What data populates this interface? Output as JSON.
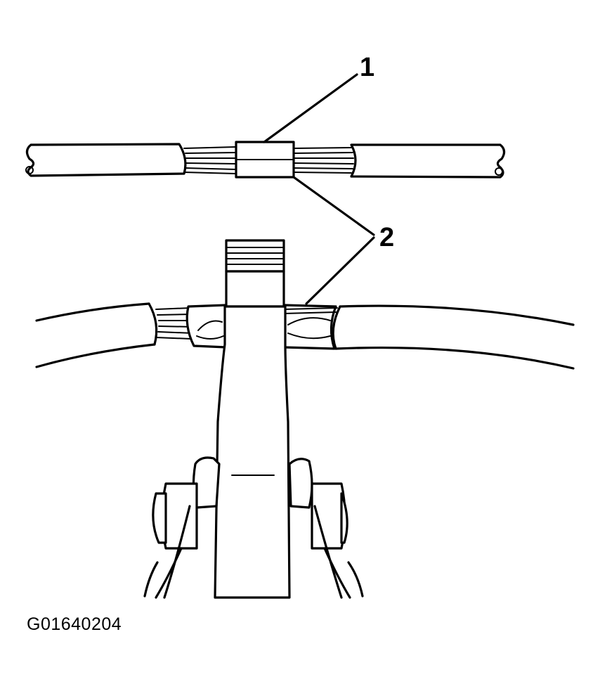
{
  "diagram": {
    "callouts": [
      {
        "id": "callout-1",
        "label": "1"
      },
      {
        "id": "callout-2",
        "label": "2"
      }
    ],
    "figure_id": "G01640204"
  }
}
